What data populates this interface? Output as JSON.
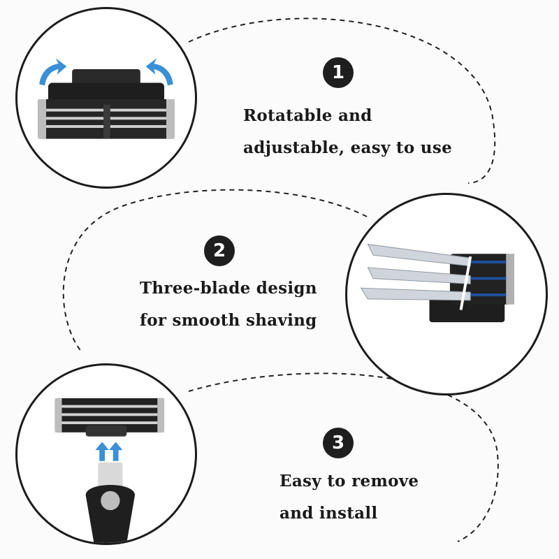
{
  "features": [
    {
      "number": "1",
      "line1": "Rotatable and",
      "line2": "adjustable, easy to use",
      "image_icon": "rotating-razor-head-icon"
    },
    {
      "number": "2",
      "line1": "Three-blade design",
      "line2": "for smooth shaving",
      "image_icon": "three-blade-cartridge-icon"
    },
    {
      "number": "3",
      "line1": "Easy to remove",
      "line2": "and install",
      "image_icon": "cartridge-handle-attach-icon"
    }
  ],
  "colors": {
    "outline": "#1c1c1c",
    "badge": "#1e1e1e",
    "text": "#1a1a1a",
    "arrow": "#3a8fd6",
    "blade_stripe": "#1f4f9e"
  }
}
